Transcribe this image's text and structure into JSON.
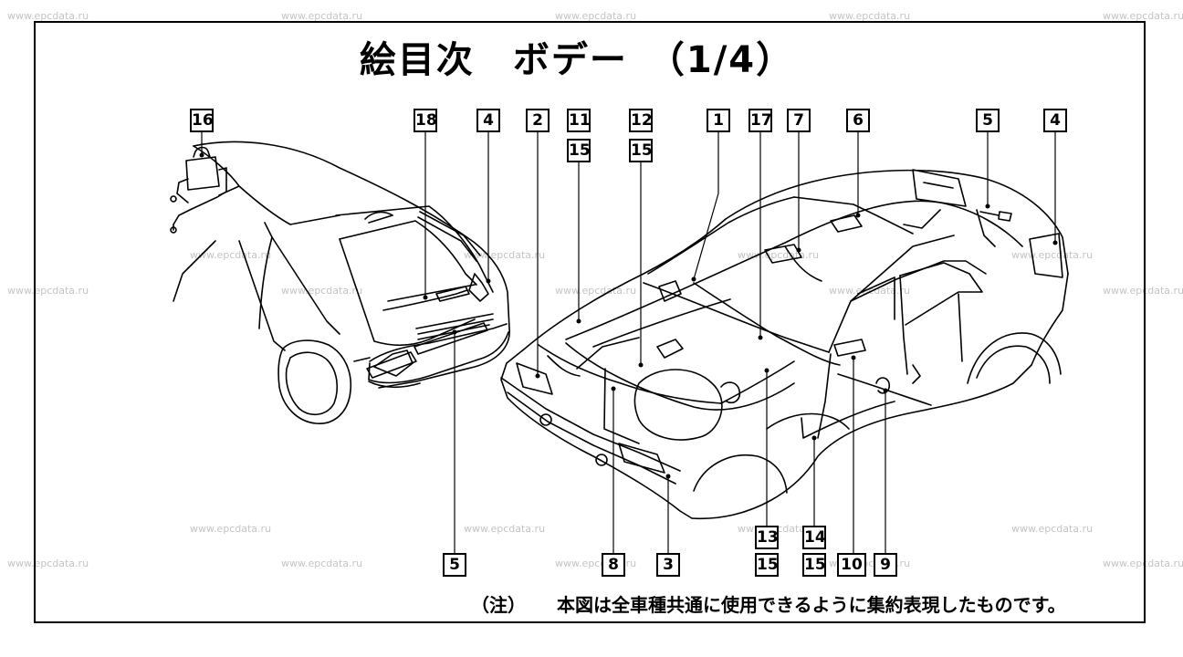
{
  "title": "絵目次　ボデー　（1/4）",
  "note": {
    "prefix": "（注）",
    "text": "本図は全車種共通に使用できるように集約表現したものです。"
  },
  "watermark": "www.epcdata.ru",
  "callouts": {
    "c16": "16",
    "c18": "18",
    "c4a": "4",
    "c2": "2",
    "c11": "11",
    "c15a": "15",
    "c12": "12",
    "c15b": "15",
    "c1": "1",
    "c17": "17",
    "c7": "7",
    "c6": "6",
    "c5a": "5",
    "c4b": "4",
    "c5b": "5",
    "c8": "8",
    "c3": "3",
    "c13": "13",
    "c15c": "15",
    "c14": "14",
    "c15d": "15",
    "c10": "10",
    "c9": "9"
  }
}
